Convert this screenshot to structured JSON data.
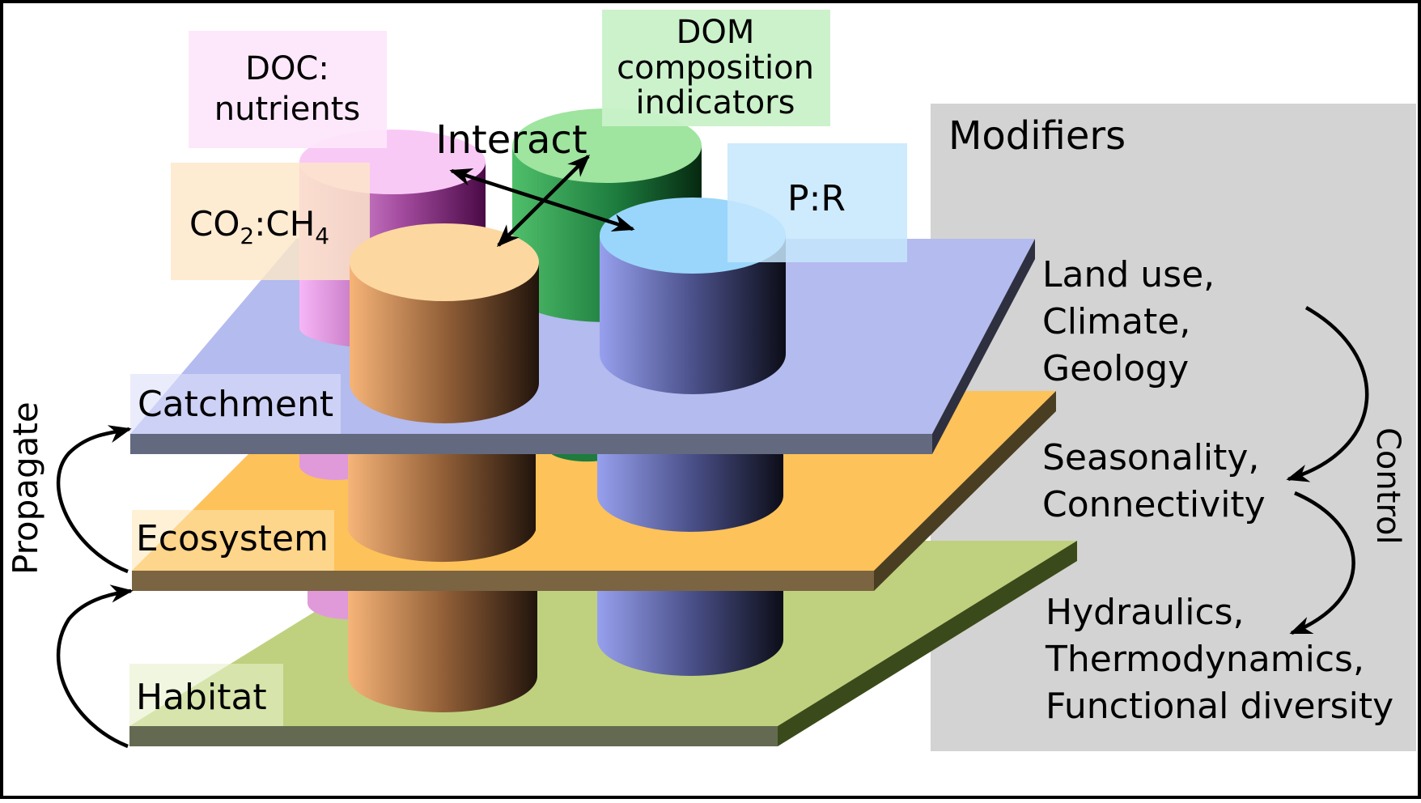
{
  "indicators": {
    "doc": [
      "DOC:",
      "nutrients"
    ],
    "dom": [
      "DOM",
      "composition",
      "indicators"
    ],
    "co2_ch4": {
      "co": "CO",
      "two": "2",
      "ch": ":CH",
      "four": "4"
    },
    "pr": "P:R"
  },
  "interact_label": "Interact",
  "layers": {
    "catchment": "Catchment",
    "ecosystem": "Ecosystem",
    "habitat": "Habitat"
  },
  "propagate_label": "Propagate",
  "modifiers": {
    "title": "Modifiers",
    "group1": [
      "Land use,",
      "Climate,",
      "Geology"
    ],
    "group2": [
      "Seasonality,",
      "Connectivity"
    ],
    "group3": [
      "Hydraulics,",
      "Thermodynamics,",
      "Functional diversity"
    ],
    "control_label": "Control"
  },
  "colors": {
    "catchment": "#b3bbef",
    "ecosystem": "#fdc259",
    "habitat": "#bfd17e",
    "modifiers_bg": "#d3d3d3",
    "doc_box": "#fde6fb",
    "dom_box": "#c9f1c9",
    "co2_box": "#fde6c8",
    "pr_box": "#c6e6fd",
    "doc_cyl": "#f9c9f6",
    "dom_cyl": "#9fe49f",
    "co2_cyl": "#fdd7a0",
    "pr_cyl": "#9ad6fb"
  }
}
